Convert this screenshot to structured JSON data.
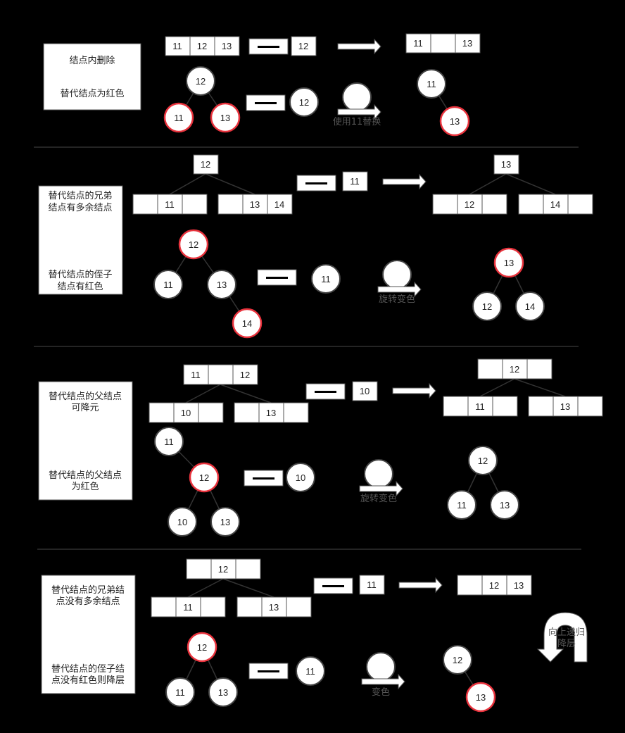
{
  "labels": {
    "s1_a": "结点内删除",
    "s1_b": "替代结点为红色",
    "s2_a1": "替代结点的兄弟",
    "s2_a2": "结点有多余结点",
    "s2_b1": "替代结点的侄子",
    "s2_b2": "结点有红色",
    "s3_a1": "替代结点的父结点",
    "s3_a2": "可降元",
    "s3_b1": "替代结点的父结点",
    "s3_b2": "为红色",
    "s4_a1": "替代结点的兄弟结",
    "s4_a2": "点没有多余结点",
    "s4_b1": "替代结点的侄子结",
    "s4_b2": "点没有红色则降层"
  },
  "captions": {
    "s1": "使用11替换",
    "s2": "旋转变色",
    "s3": "旋转变色",
    "s4": "变色",
    "recurse_1": "向上递归",
    "recurse_2": "降层"
  },
  "values": {
    "v10": "10",
    "v11": "11",
    "v12": "12",
    "v13": "13",
    "v14": "14"
  }
}
